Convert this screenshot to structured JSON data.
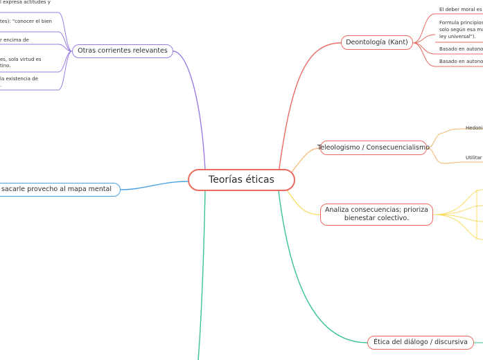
{
  "root": {
    "label": "Teorías éticas"
  },
  "branches": {
    "deontologia": {
      "label": "Deontología (Kant)",
      "color": "#ea6a62",
      "leaves": [
        "El deber moral es c",
        "Formula principios",
        "solo según esa má",
        "ley universal\").",
        "Basado en autono",
        "Basado en autono"
      ]
    },
    "teleologismo": {
      "label": "Teleologismo / Consecuencialismo",
      "color": "#ea6a62",
      "sub_color": "#f6b46a",
      "leaves": [
        "Hedoni",
        "Utilitar"
      ]
    },
    "analiza": {
      "line1": "Analiza consecuencias; prioriza",
      "line2": "bienestar colectivo.",
      "color": "#ea6a62",
      "sub_color": "#f7dc63"
    },
    "dialogo": {
      "label": "Ética del diálogo / discursiva",
      "color": "#39c19a"
    },
    "otras": {
      "label": "Otras corrientes relevantes",
      "color": "#9a7ce0",
      "leaves": [
        "l expresa actitudes y",
        "tes): \"conocer el bien",
        "r encima de",
        "es, sola virtud es",
        "tino.",
        "la existencia de",
        "."
      ]
    },
    "sacar": {
      "label": "no sacarle provecho al mapa mental",
      "color": "#4aa2e4"
    }
  },
  "colors": {
    "red": "#ea6a62",
    "orange": "#f6b46a",
    "yellow": "#f7dc63",
    "green": "#39c19a",
    "purple": "#9a7ce0",
    "blue": "#4aa2e4"
  }
}
